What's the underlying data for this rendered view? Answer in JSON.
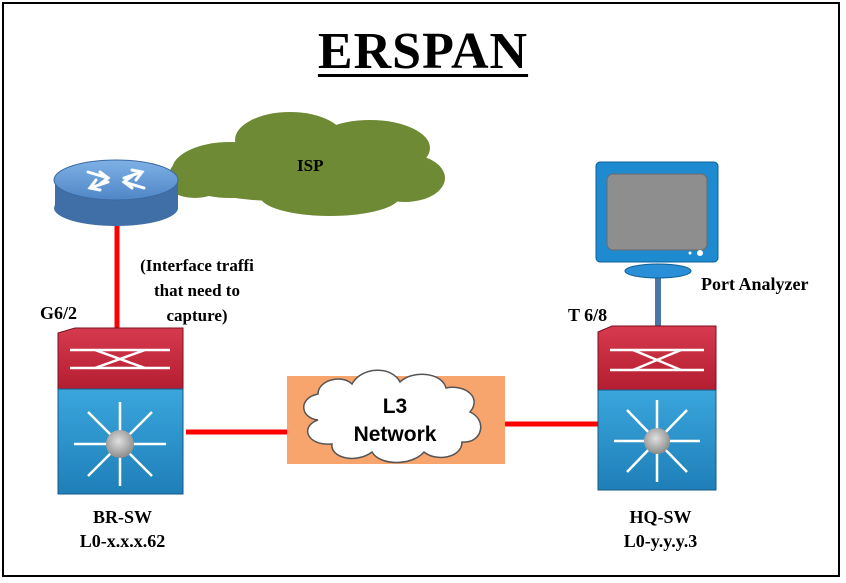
{
  "title": "ERSPAN",
  "isp": {
    "label": "ISP"
  },
  "source_interface": {
    "port": "G6/2",
    "note_lines": [
      "(Interface traffi",
      "that need to",
      "capture)"
    ]
  },
  "l3_network": {
    "line1": "L3",
    "line2": "Network"
  },
  "analyzer": {
    "label": "Port Analyzer",
    "port": "T 6/8"
  },
  "br_switch": {
    "name": "BR-SW",
    "address": "L0-x.x.x.62"
  },
  "hq_switch": {
    "name": "HQ-SW",
    "address": "L0-y.y.y.3"
  },
  "colors": {
    "link": "#ff0000",
    "monitor_link": "#4a78a6",
    "cloud_isp": "#6f8a34",
    "l3_box": "#f7a46d",
    "switch_top": "#c8223a",
    "switch_bottom": "#2f9bd1",
    "router": "#5b96d6"
  }
}
